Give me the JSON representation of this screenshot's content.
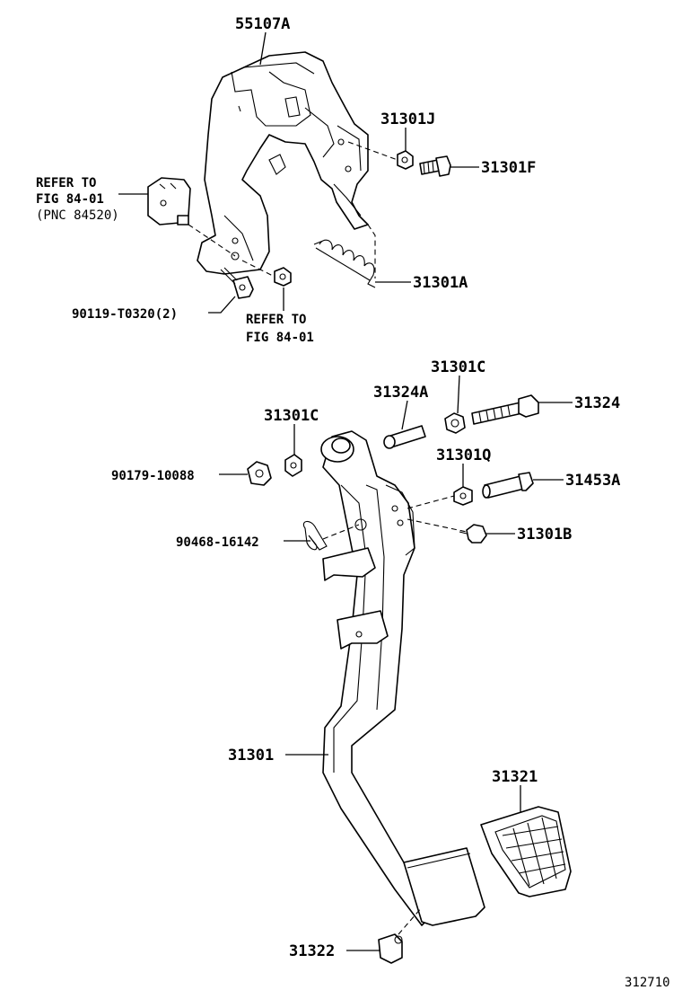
{
  "labels": {
    "bracket": "55107A",
    "nut_j": "31301J",
    "bolt_f": "31301F",
    "refer_to_1": "REFER TO",
    "fig_1": "FIG 84-01",
    "pnc": "(PNC 84520)",
    "spring_a": "31301A",
    "bolt_90119": "90119-T0320(2)",
    "refer_to_2": "REFER TO",
    "fig_2": "FIG 84-01",
    "bush_c_right": "31301C",
    "collar": "31324A",
    "bolt_31324": "31324",
    "bush_c_left": "31301C",
    "nut_90179": "90179-10088",
    "bush_q": "31301Q",
    "pin_31453a": "31453A",
    "cushion_b": "31301B",
    "clip_90468": "90468-16142",
    "pedal_arm": "31301",
    "pad": "31321",
    "stopper": "31322",
    "fig_number": "312710"
  }
}
